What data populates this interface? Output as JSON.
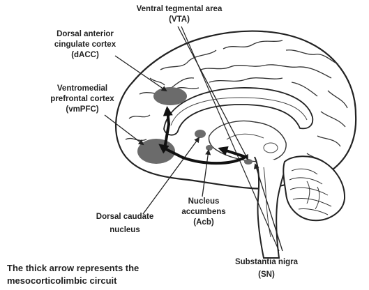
{
  "labels": {
    "vta": {
      "line1": "Ventral tegmental area",
      "line2": "(VTA)"
    },
    "dacc": {
      "line1": "Dorsal anterior",
      "line2": "cingulate cortex",
      "line3": "(dACC)"
    },
    "vmpfc": {
      "line1": "Ventromedial",
      "line2": "prefrontal cortex",
      "line3": "(vmPFC)"
    },
    "caudate": {
      "line1": "Dorsal caudate",
      "line2": "nucleus"
    },
    "acb": {
      "line1": "Nucleus",
      "line2": "accumbens",
      "line3": "(Acb)"
    },
    "sn": {
      "line1": "Substantia nigra",
      "line2": "(SN)"
    }
  },
  "caption": {
    "line1": "The thick arrow represents the",
    "line2": "mesocorticolimbic circuit"
  },
  "colors": {
    "outline": "#222222",
    "region_fill": "#6b6b6b",
    "arrow": "#111111"
  }
}
